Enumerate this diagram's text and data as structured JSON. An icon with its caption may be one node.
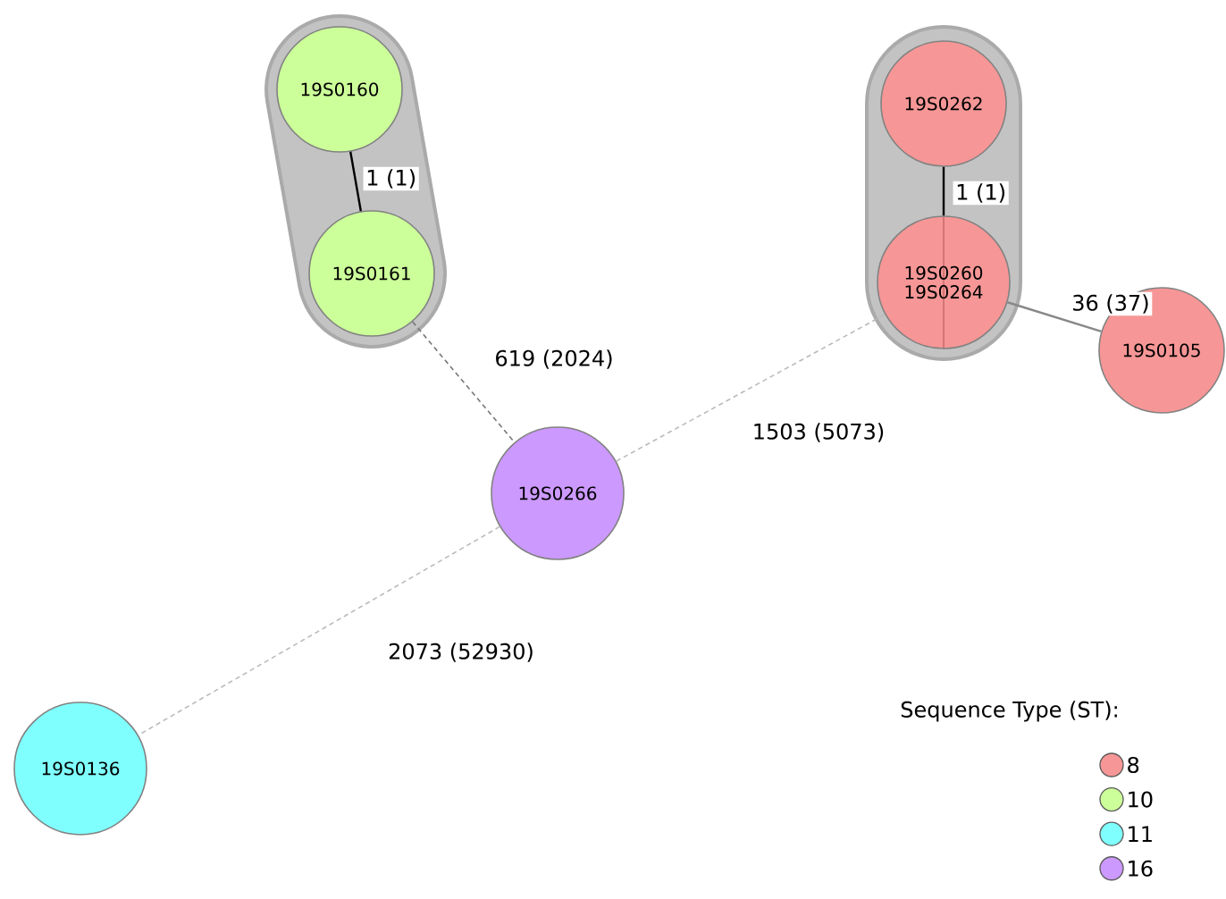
{
  "diagram": {
    "nodes": [
      {
        "text": [],
        "shape": "band"
      },
      {
        "text": [
          "19S0160"
        ],
        "in": 0
      },
      {
        "text": [
          "19S0161"
        ],
        "in": 0
      },
      {
        "text": [],
        "shape": "band"
      },
      {
        "text": [
          "19S0262"
        ],
        "in": 3
      },
      {
        "text": [
          "19S0260",
          "19S0264"
        ],
        "in": 3
      },
      {
        "text": [
          "19S0105"
        ]
      },
      {
        "text": [
          "19S0266"
        ]
      },
      {
        "text": [
          "19S0136"
        ]
      }
    ],
    "edges": [
      {
        "from": 1,
        "to": 2,
        "arrow": "none",
        "label": "1 (1)",
        "color": "#000000"
      },
      {
        "from": 4,
        "to": 5,
        "arrow": "none",
        "label": "1 (1)",
        "color": "#000000"
      },
      {
        "from": 5,
        "to": 6,
        "arrow": "none",
        "label": "36 (37)",
        "color": "#888888"
      },
      {
        "from": 2,
        "to": 7,
        "arrow": "none",
        "label": "619 (2024)",
        "style": "dashed",
        "color": "#777777"
      },
      {
        "from": 7,
        "to": 5,
        "arrow": "none",
        "label": "1503 (5073)",
        "style": "dashed",
        "color": "#bbbbbb"
      },
      {
        "from": 7,
        "to": 8,
        "arrow": "none",
        "label": "2073 (52930)",
        "style": "dashed",
        "color": "#bbbbbb"
      }
    ],
    "labels": [
      "Sequence Type (ST):"
    ],
    "legend": [
      {
        "text": "8",
        "color": "#f79696"
      },
      {
        "text": "10",
        "color": "#ccff99"
      },
      {
        "text": "11",
        "color": "#80ffff"
      },
      {
        "text": "16",
        "color": "#cc99ff"
      }
    ]
  }
}
